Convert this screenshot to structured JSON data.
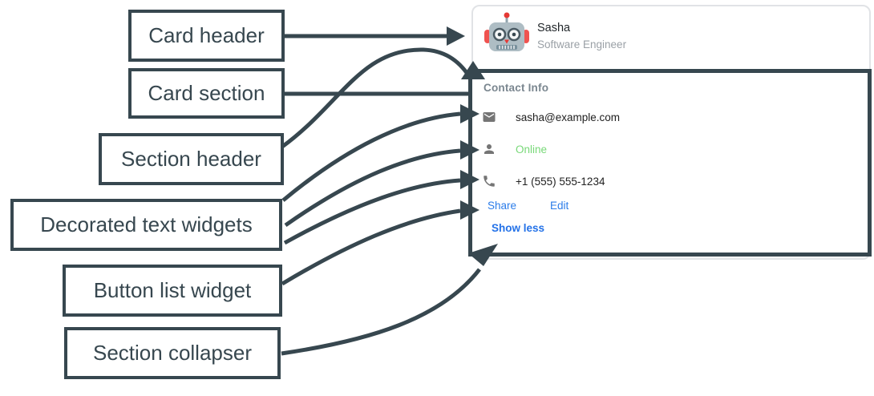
{
  "diagram": {
    "labels": [
      {
        "text": "Card header",
        "points_to": "card-header"
      },
      {
        "text": "Card section",
        "points_to": "card-section"
      },
      {
        "text": "Section header",
        "points_to": "section-header"
      },
      {
        "text": "Decorated text widgets",
        "points_to": "decorated-text-rows"
      },
      {
        "text": "Button list widget",
        "points_to": "button-list"
      },
      {
        "text": "Section collapser",
        "points_to": "section-collapser"
      }
    ]
  },
  "card": {
    "header": {
      "avatar": "robot-avatar",
      "name": "Sasha",
      "role": "Software Engineer"
    },
    "section": {
      "title": "Contact Info",
      "rows": [
        {
          "icon": "email-icon",
          "text": "sasha@example.com"
        },
        {
          "icon": "person-icon",
          "text": "Online"
        },
        {
          "icon": "phone-icon",
          "text": "+1 (555) 555-1234"
        }
      ],
      "buttons": [
        {
          "label": "Share"
        },
        {
          "label": "Edit"
        }
      ],
      "collapser": "Show less"
    }
  },
  "colors": {
    "annotation": "#37474F",
    "card_border": "#E1E3E6",
    "link_blue": "#2B7CE9",
    "online_green": "#77D877",
    "icon_gray": "#757575",
    "muted_gray": "#9AA0A6",
    "section_title_gray": "#7A868F",
    "text_dark": "#212121"
  }
}
